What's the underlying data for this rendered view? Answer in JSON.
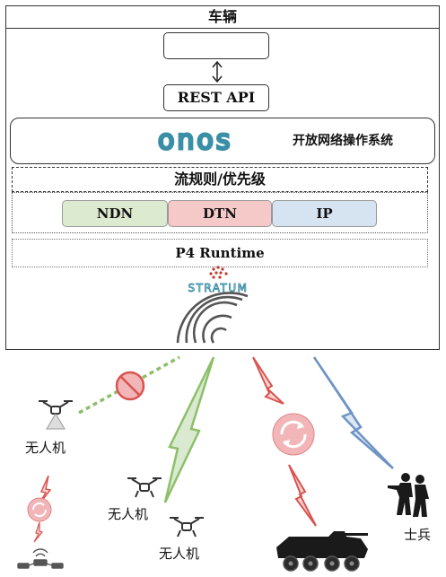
{
  "vehicle": {
    "title": "车辆",
    "app_box_label": "",
    "rest_api": "REST API",
    "onos_logo_text": "onos",
    "onos_desc": "开放网络操作系统",
    "flow_rules": "流规则/优先级",
    "protocols": [
      "NDN",
      "DTN",
      "IP"
    ],
    "p4_runtime": "P4 Runtime",
    "stratum_logo_text": "STRATUM"
  },
  "field": {
    "drone_labels": [
      "无人机",
      "无人机",
      "无人机"
    ],
    "soldier_label": "士兵"
  },
  "colors": {
    "ndn": "#dcebcf",
    "dtn": "#f4c9c7",
    "ip": "#d6e3f1",
    "onos_blue": "#3a8fa6",
    "green_link": "#8dbf6a",
    "red_link": "#d9534f",
    "blue_link": "#6f93c4",
    "relay_pink": "#f2b6b8"
  }
}
